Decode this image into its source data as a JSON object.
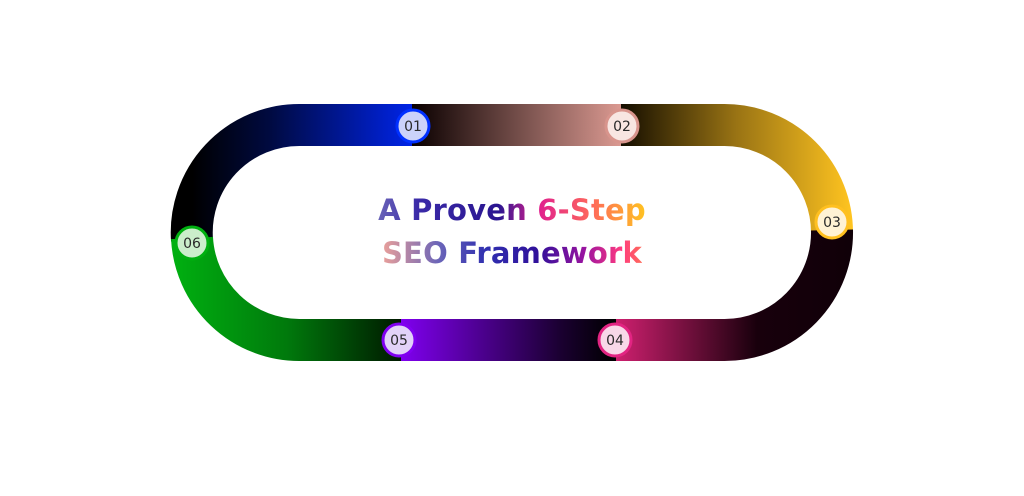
{
  "title": {
    "line1": "A Proven 6-Step",
    "line2": "SEO Framework"
  },
  "steps": [
    {
      "label": "01",
      "ring": "#0030ff",
      "fill": "#cbd2fa"
    },
    {
      "label": "02",
      "ring": "#d8948c",
      "fill": "#f8e6e2"
    },
    {
      "label": "03",
      "ring": "#ffc020",
      "fill": "#fff2d4"
    },
    {
      "label": "04",
      "ring": "#e22482",
      "fill": "#f8d8e8"
    },
    {
      "label": "05",
      "ring": "#8000f0",
      "fill": "#e2d2f8"
    },
    {
      "label": "06",
      "ring": "#00b010",
      "fill": "#cbeecb"
    }
  ]
}
